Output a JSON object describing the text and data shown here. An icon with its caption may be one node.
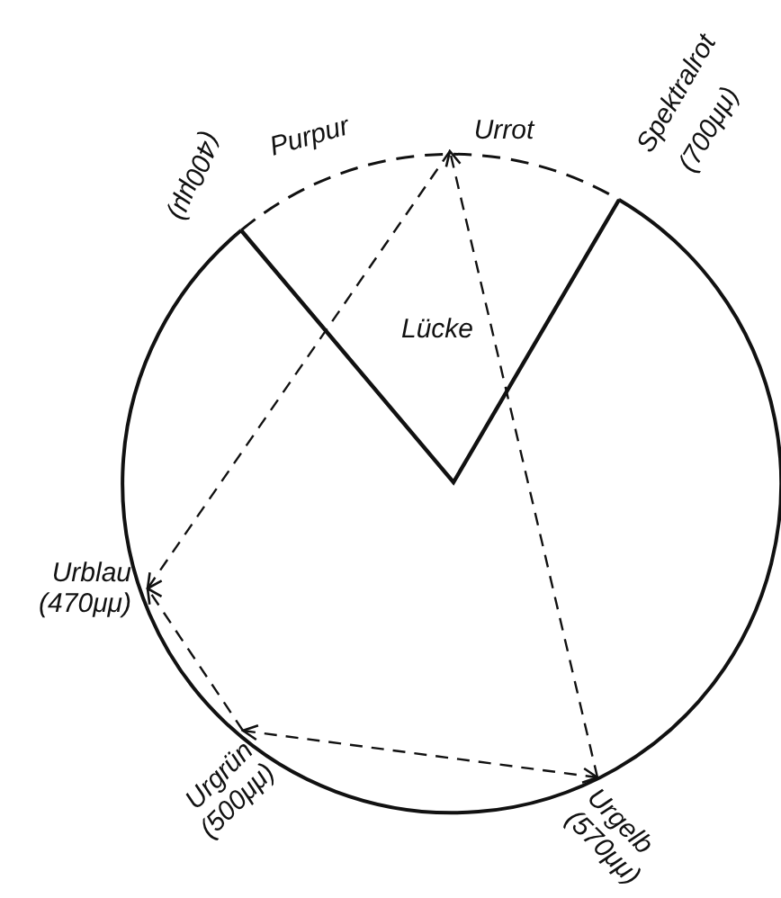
{
  "diagram": {
    "nodes": [
      {
        "text": [
          "Urrot"
        ]
      },
      {
        "text": [
          "Urblau",
          "(470μμ)"
        ]
      },
      {
        "text": [
          "Urgrün",
          "(500μμ)"
        ]
      },
      {
        "text": [
          "Urgelb",
          "(570μμ)"
        ]
      }
    ],
    "edges": [
      {
        "from": 0,
        "to": 1,
        "arrow": "to",
        "style": "dashed"
      },
      {
        "from": 2,
        "to": 1,
        "arrow": "to",
        "style": "dashed"
      },
      {
        "from": 2,
        "to": 3,
        "arrow": "both",
        "style": "dashed"
      },
      {
        "from": 3,
        "to": 0,
        "arrow": "to",
        "style": "dashed"
      }
    ],
    "labels": [
      "(400μμ)",
      "Purpur",
      "Spektralrot",
      "(700μμ)",
      "Lücke"
    ]
  }
}
